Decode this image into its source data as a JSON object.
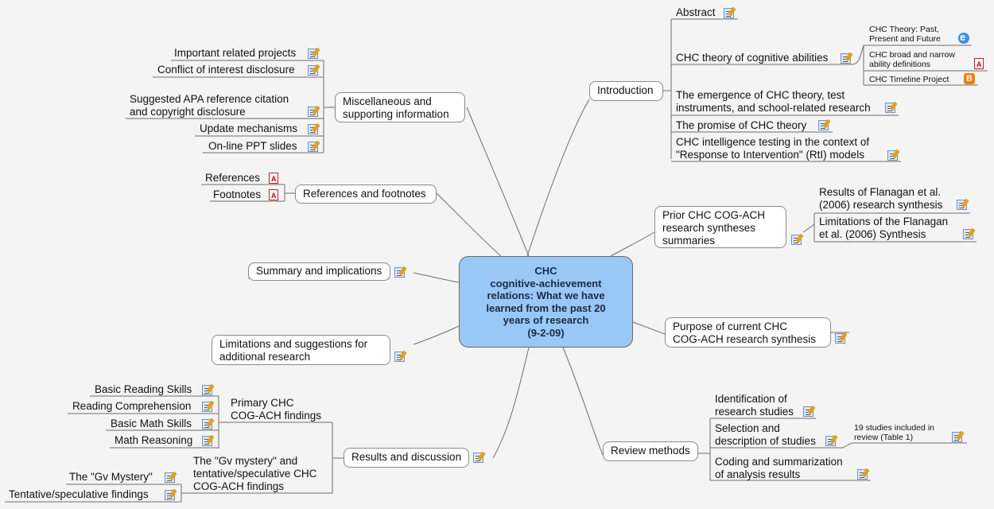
{
  "center": {
    "title": "CHC\ncognitive-achievement\nrelations:  What we have\nlearned from the past 20\nyears of research\n(9-2-09)"
  },
  "introduction": {
    "label": "Introduction",
    "abstract": "Abstract",
    "chc_theory": "CHC theory of cognitive abilities",
    "chc_theory_links": {
      "past_present_future": "CHC Theory:  Past,\nPresent and Future",
      "broad_narrow": "CHC broad and narrow\nability definitions",
      "timeline": "CHC Timeline Project"
    },
    "emergence": "The emergence of CHC theory, test\ninstruments, and school-related research",
    "promise": "The promise of CHC theory",
    "rti": "CHC intelligence testing in the context of\n\"Response to Intervention\" (RtI) models"
  },
  "prior": {
    "label": "Prior CHC COG-ACH\nresearch syntheses\nsummaries",
    "results": "Results of Flanagan et al.\n(2006) research synthesis",
    "limitations": "Limitations of the Flanagan\net al. (2006) Synthesis"
  },
  "purpose": {
    "label": "Purpose of current CHC\nCOG-ACH research synthesis"
  },
  "review": {
    "label": "Review methods",
    "identification": "Identification of\nresearch studies",
    "selection": "Selection and\ndescription of studies",
    "studies_included": "19 studies included in\nreview (Table 1)",
    "coding": "Coding and summarization\nof analysis results"
  },
  "results": {
    "label": "Results and discussion",
    "primary": "Primary  CHC\nCOG-ACH findings",
    "basic_reading": "Basic Reading Skills",
    "reading_comprehension": "Reading Comprehension",
    "basic_math": "Basic Math Skills",
    "math_reasoning": "Math Reasoning",
    "gv": "The \"Gv mystery\" and\ntentative/speculative CHC\nCOG-ACH findings",
    "gv_mystery": "The \"Gv Mystery\"",
    "tentative": "Tentative/speculative findings"
  },
  "limitations": {
    "label": "Limitations and suggestions for\nadditional research"
  },
  "summary": {
    "label": "Summary and implications"
  },
  "references": {
    "label": "References and footnotes",
    "references": "References",
    "footnotes": "Footnotes"
  },
  "misc": {
    "label": "Miscellaneous and\nsupporting information",
    "important": "Important related projects",
    "conflict": "Conflict of interest disclosure",
    "apa": "Suggested APA reference citation\nand copyright disclosure",
    "update": "Update mechanisms",
    "ppt": "On-line PPT slides"
  },
  "colors": {
    "center_fill": "#99c8f7",
    "connector": "#6e6e6e",
    "background": "#f4f4f4"
  },
  "icons": {
    "note": "note-icon",
    "pdf": "pdf-icon",
    "web": "web-link-icon",
    "blog": "blog-icon"
  }
}
